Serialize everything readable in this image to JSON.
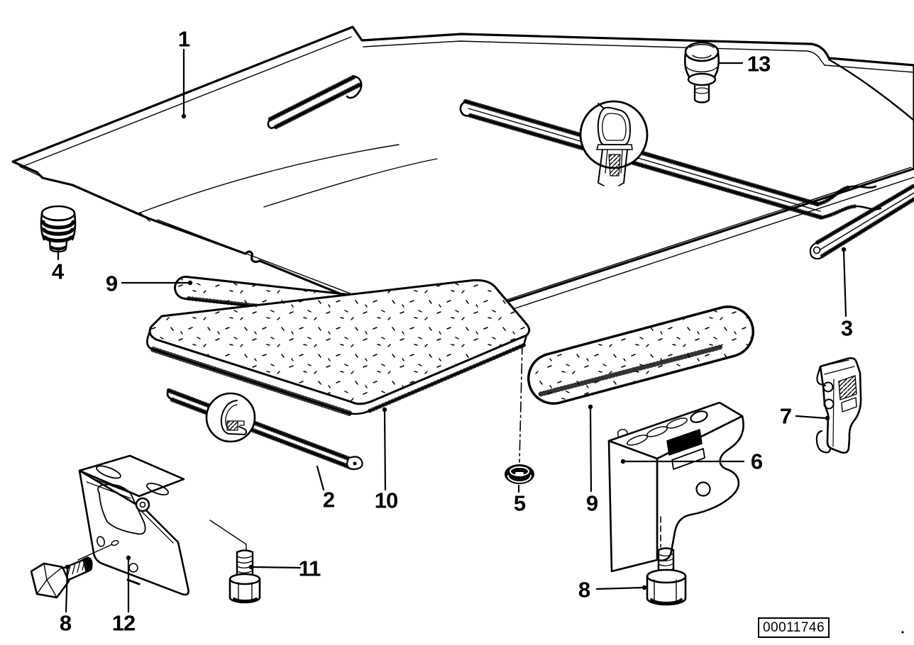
{
  "figure": {
    "background_color": "#ffffff",
    "line_color": "#000000",
    "drawing_number": "00011746",
    "description": "Exploded line-art parts diagram: engine hood panel with sound-insulation pads, sealing strips, plugs, brackets, bolts and buffers"
  },
  "callouts": [
    {
      "text": "1"
    },
    {
      "text": "2"
    },
    {
      "text": "3"
    },
    {
      "text": "4"
    },
    {
      "text": "5"
    },
    {
      "text": "6"
    },
    {
      "text": "7"
    },
    {
      "text": "8"
    },
    {
      "text": "8"
    },
    {
      "text": "9"
    },
    {
      "text": "9"
    },
    {
      "text": "10"
    },
    {
      "text": "11"
    },
    {
      "text": "12"
    },
    {
      "text": "13"
    }
  ]
}
